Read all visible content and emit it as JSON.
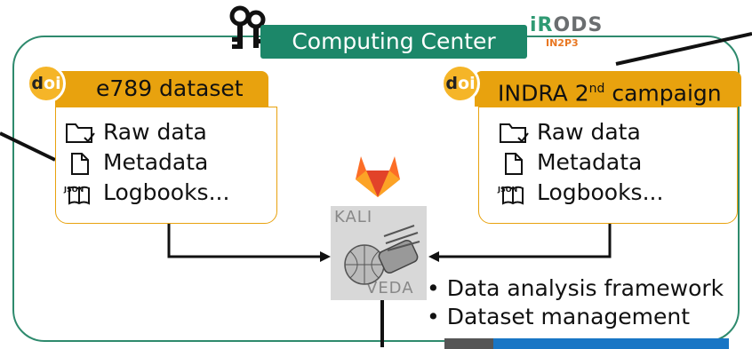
{
  "computing_center": {
    "label": "Computing Center"
  },
  "irods_logo": {
    "text": "iRODS",
    "sub": "IN2P3"
  },
  "datasets": [
    {
      "doi": "doi",
      "title": "e789 dataset",
      "items": [
        "Raw data",
        "Metadata",
        "Logbooks..."
      ]
    },
    {
      "doi": "doi",
      "title_main": "INDRA 2",
      "title_sup": "nd",
      "title_rest": " campaign",
      "items": [
        "Raw data",
        "Metadata",
        "Logbooks..."
      ]
    }
  ],
  "json_icon_text": "JSON",
  "kaliveda": {
    "top": "KALI",
    "bottom": "VEDA"
  },
  "features": [
    "Data analysis framework",
    "Dataset management"
  ],
  "colors": {
    "green": "#1c8769",
    "orange": "#e8a20e",
    "gitlab": "#e24329"
  }
}
